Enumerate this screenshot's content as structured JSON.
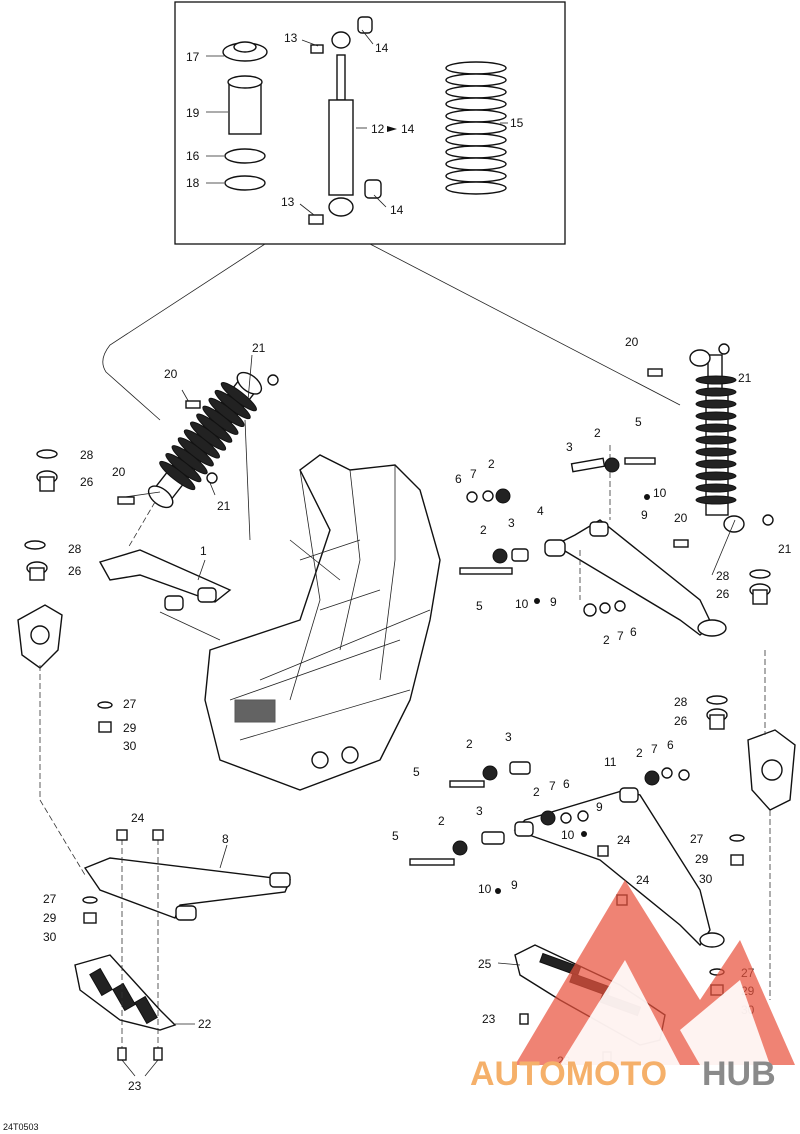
{
  "diagram": {
    "code": "24T0503",
    "callouts": {
      "c1": "1",
      "c2a": "2",
      "c2b": "2",
      "c2c": "2",
      "c2d": "2",
      "c2e": "2",
      "c2f": "2",
      "c2g": "2",
      "c2h": "2",
      "c3a": "3",
      "c3b": "3",
      "c3c": "3",
      "c3d": "3",
      "c4": "4",
      "c5a": "5",
      "c5b": "5",
      "c5c": "5",
      "c5d": "5",
      "c6a": "6",
      "c6b": "6",
      "c6c": "6",
      "c6d": "6",
      "c7a": "7",
      "c7b": "7",
      "c7c": "7",
      "c7d": "7",
      "c8": "8",
      "c9a": "9",
      "c9b": "9",
      "c9c": "9",
      "c9d": "9",
      "c10a": "10",
      "c10b": "10",
      "c10c": "10",
      "c10d": "10",
      "c11": "11",
      "c12": "12",
      "c13a": "13",
      "c13b": "13",
      "c14a": "14",
      "c14b": "14",
      "c14c": "14",
      "c15": "15",
      "c16": "16",
      "c17": "17",
      "c18": "18",
      "c19": "19",
      "c20a": "20",
      "c20b": "20",
      "c20c": "20",
      "c20d": "20",
      "c21a": "21",
      "c21b": "21",
      "c21c": "21",
      "c21d": "21",
      "c22": "22",
      "c23a": "23",
      "c23b": "23",
      "c23c": "23",
      "c24a": "24",
      "c24b": "24",
      "c24c": "24",
      "c25": "25",
      "c26a": "26",
      "c26b": "26",
      "c26c": "26",
      "c26d": "26",
      "c27a": "27",
      "c27b": "27",
      "c27c": "27",
      "c27d": "27",
      "c28a": "28",
      "c28b": "28",
      "c28c": "28",
      "c28d": "28",
      "c29a": "29",
      "c29b": "29",
      "c29c": "29",
      "c29d": "29",
      "c30a": "30",
      "c30b": "30",
      "c30c": "30",
      "c30d": "30"
    }
  },
  "watermark": {
    "text_part1": "AUTOMOTO",
    "text_part2": "HUB",
    "color_part1": "#f5b06a",
    "color_part2": "#8a8a8a",
    "triangle_color": "#e9533e"
  }
}
